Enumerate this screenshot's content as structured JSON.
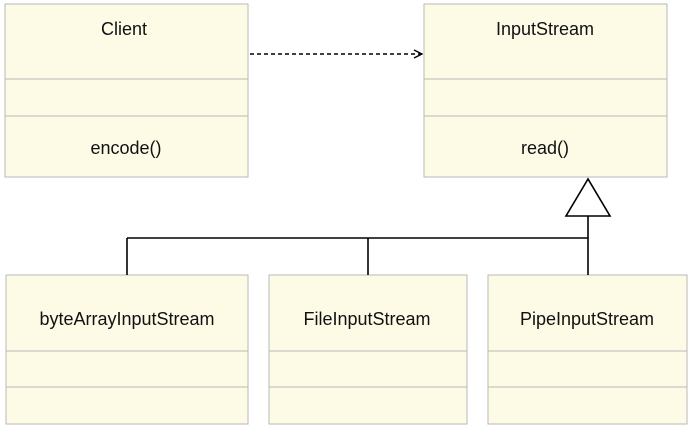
{
  "classes": {
    "client": {
      "name": "Client",
      "method": "encode()"
    },
    "input_stream": {
      "name": "InputStream",
      "method": "read()"
    },
    "byte_array_input_stream": {
      "name": "byteArrayInputStream"
    },
    "file_input_stream": {
      "name": "FileInputStream"
    },
    "pipe_input_stream": {
      "name": "PipeInputStream"
    }
  },
  "relations": [
    {
      "type": "dependency",
      "from": "Client",
      "to": "InputStream"
    },
    {
      "type": "generalization",
      "from": "byteArrayInputStream",
      "to": "InputStream"
    },
    {
      "type": "generalization",
      "from": "FileInputStream",
      "to": "InputStream"
    },
    {
      "type": "generalization",
      "from": "PipeInputStream",
      "to": "InputStream"
    }
  ]
}
